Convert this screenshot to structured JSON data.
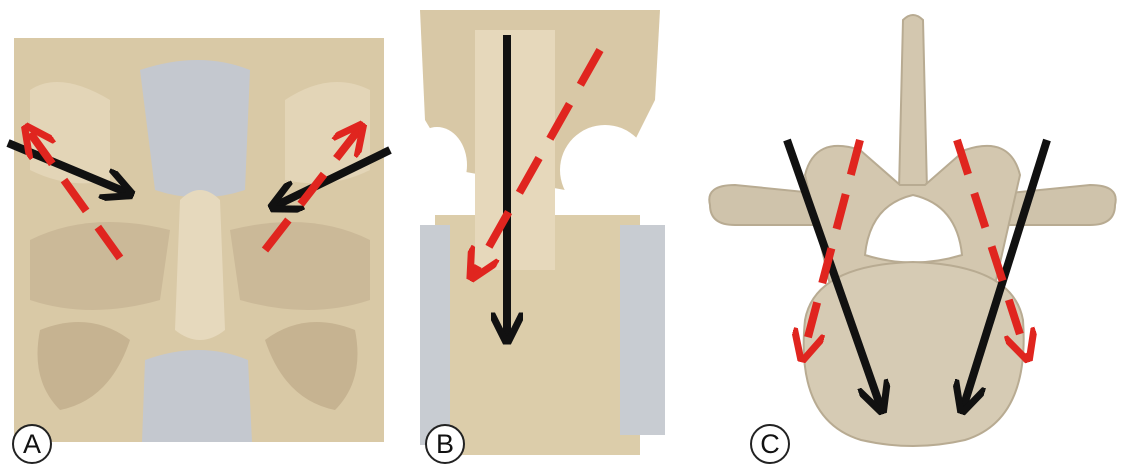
{
  "panels": [
    {
      "id": "A",
      "label": "A"
    },
    {
      "id": "B",
      "label": "B"
    },
    {
      "id": "C",
      "label": "C"
    }
  ],
  "colors": {
    "bone": "#d8c8a6",
    "bone_shadow": "#bca98a",
    "disc": "#c9ccd1",
    "arrow_black": "#111111",
    "arrow_red_dashed": "#e0251f"
  }
}
